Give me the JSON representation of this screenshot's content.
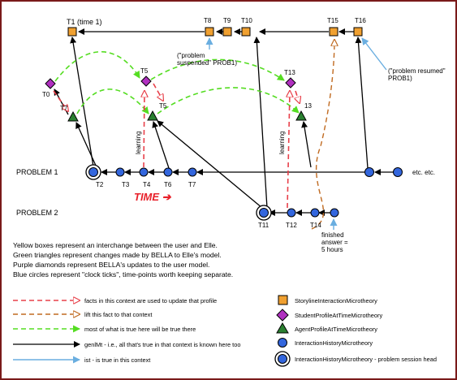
{
  "colors": {
    "genlmt": "#000000",
    "facts_update": "#e8404a",
    "lift": "#c06a20",
    "true_there": "#55dd22",
    "ist": "#6aaee0",
    "storyline": "#f0a030",
    "student": "#b030c0",
    "agent": "#2a8030",
    "interaction": "#3366dd",
    "frame": "#7a1a1a"
  },
  "nodes": {
    "T1": "T1 (time 1)",
    "T8": "T8",
    "T9": "T9",
    "T10": "T10",
    "T15": "T15",
    "T16": "T16",
    "T0": "T0",
    "T5a": "T5",
    "T13a": "T13",
    "T7t": "T7",
    "T5b": "T5",
    "T13b": "13",
    "T2": "T2",
    "T3": "T3",
    "T4": "T4",
    "T6": "T6",
    "T7": "T7",
    "T11": "T11",
    "T12": "T12",
    "T14": "T14"
  },
  "annotations": {
    "problem_suspended": [
      "(\"problem",
      "suspended\" PROB1)"
    ],
    "problem_resumed": [
      "(\"problem resumed\"",
      "PROB1)"
    ],
    "learning": "learning",
    "finished": [
      "finished",
      "answer =",
      "5 hours"
    ],
    "etc": "etc. etc.",
    "time": "TIME ➔"
  },
  "rows": {
    "problem1": "PROBLEM 1",
    "problem2": "PROBLEM 2"
  },
  "description": [
    "Yellow boxes represent an interchange between the user and Elle.",
    "Green triangles represent changes made by BELLA to Elle's model.",
    "Purple diamonds represent BELLA's updates to the user model.",
    "Blue circles represent \"clock ticks\", time-points worth keeping separate."
  ],
  "legend_lines": [
    "facts in this context are used to update that profile",
    "lift this fact to that context",
    "most of what is true here will be true there",
    "genlMt - i.e., all that's true in that context is known here too",
    "ist - is true in this context"
  ],
  "legend_shapes": [
    "StorylineInteractionMicrotheory",
    "StudentProfileAtTimeMicrotheory",
    "AgentProfileAtTimeMicrotheory",
    "InteractionHistoryMicrotheory",
    "InteractionHistoryMicrotheory - problem session head"
  ]
}
